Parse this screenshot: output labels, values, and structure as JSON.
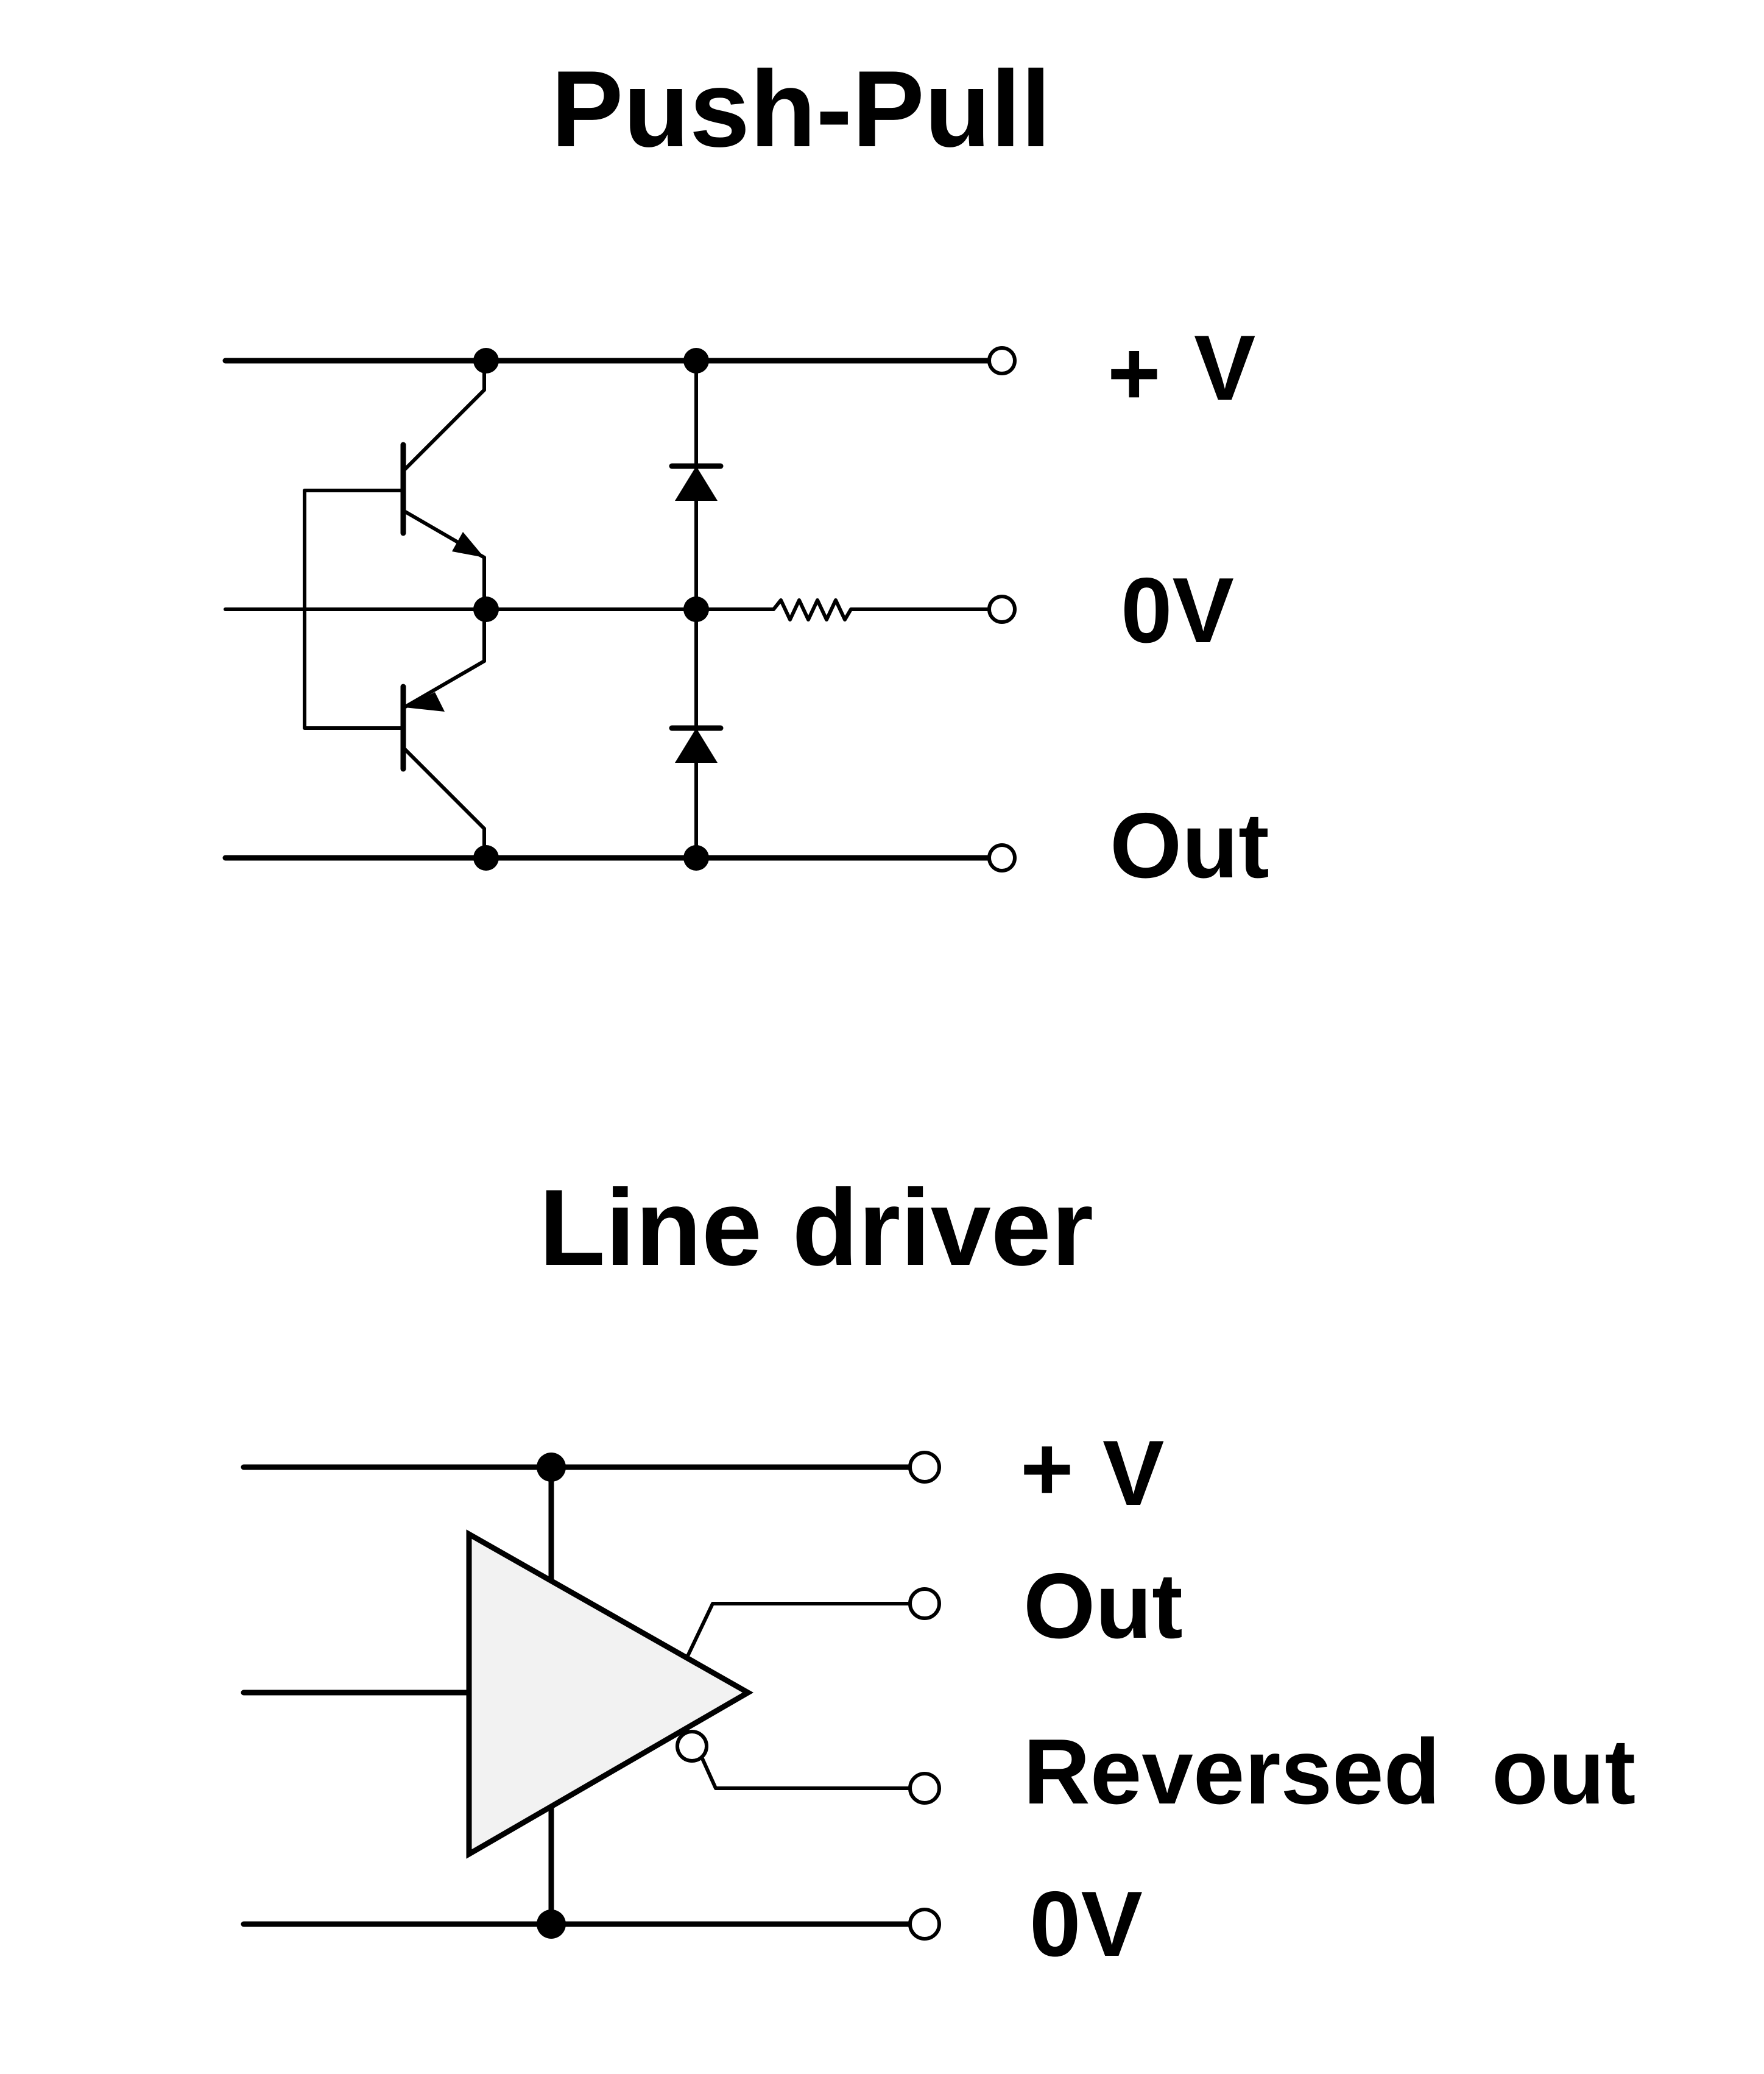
{
  "push_pull": {
    "title": "Push-Pull",
    "terminals": {
      "plus": "+",
      "v": "V",
      "zero_v": "0V",
      "out": "Out"
    }
  },
  "line_driver": {
    "title": "Line driver",
    "terminals": {
      "plus": "+",
      "v": "V",
      "out": "Out",
      "reversed_out": "Reversed  out",
      "zero_v": "0V"
    },
    "amplifier_fill": "#f2f2f2"
  },
  "colors": {
    "line": "#000000",
    "background": "#ffffff"
  }
}
